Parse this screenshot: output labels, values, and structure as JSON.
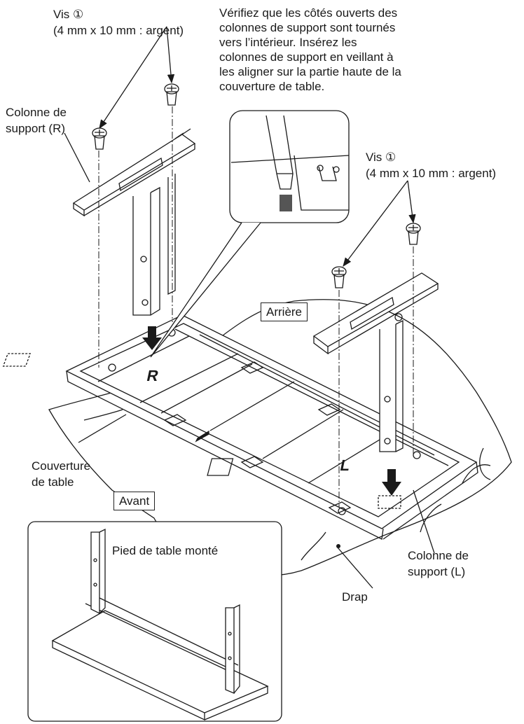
{
  "labels": {
    "screw_left_line1": "Vis ①",
    "screw_left_line2": "(4 mm x 10 mm : argent)",
    "screw_right_line1": "Vis ①",
    "screw_right_line2": "(4 mm x 10 mm : argent)",
    "column_r_line1": "Colonne de",
    "column_r_line2": "support (R)",
    "column_l_line1": "Colonne de",
    "column_l_line2": "support (L)",
    "cover_line1": "Couverture",
    "cover_line2": "de table",
    "drap": "Drap"
  },
  "instruction": [
    "Vérifiez que les côtés ouverts des",
    "colonnes de support sont tournés",
    "vers l’intérieur. Insérez les",
    "colonnes de support en veillant à",
    "les aligner sur la partie haute de la",
    "couverture de table."
  ],
  "boxes": {
    "arriere": "Arrière",
    "avant": "Avant"
  },
  "marks": {
    "r": "R",
    "l": "L"
  },
  "inset": {
    "title": "Pied de table monté"
  }
}
